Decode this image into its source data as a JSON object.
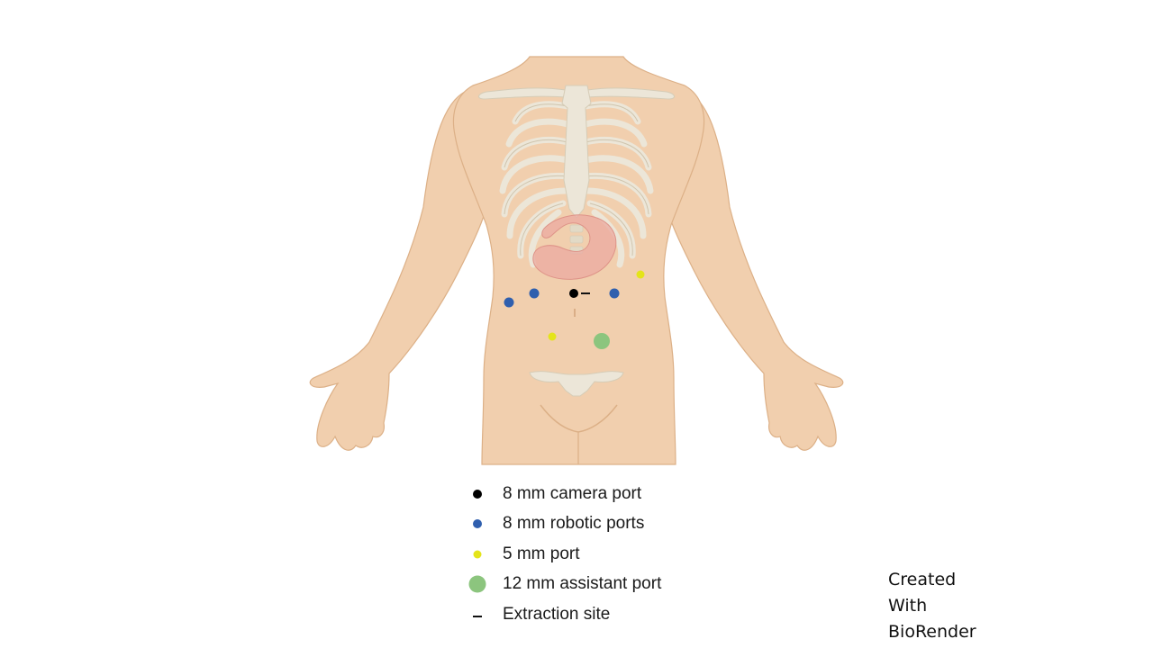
{
  "legend": {
    "items": [
      {
        "label": "8 mm camera port",
        "marker": "black-dot-icon",
        "color": "#000000"
      },
      {
        "label": "8 mm robotic ports",
        "marker": "blue-dot-icon",
        "color": "#2f5fae"
      },
      {
        "label": "5 mm port",
        "marker": "yellow-dot-icon",
        "color": "#e4e41a"
      },
      {
        "label": "12 mm assistant port",
        "marker": "green-dot-icon",
        "color": "#8cc57e"
      },
      {
        "label": "Extraction site",
        "marker": "dash-icon",
        "color": "#111111"
      }
    ]
  },
  "credit": {
    "line1": "Created",
    "line2": "With",
    "line3": "BioRender"
  },
  "colors": {
    "skin": "#f1cfae",
    "skin_outline": "#dcb087",
    "bone": "#ece6d8",
    "stomach": "#eba9a0"
  }
}
